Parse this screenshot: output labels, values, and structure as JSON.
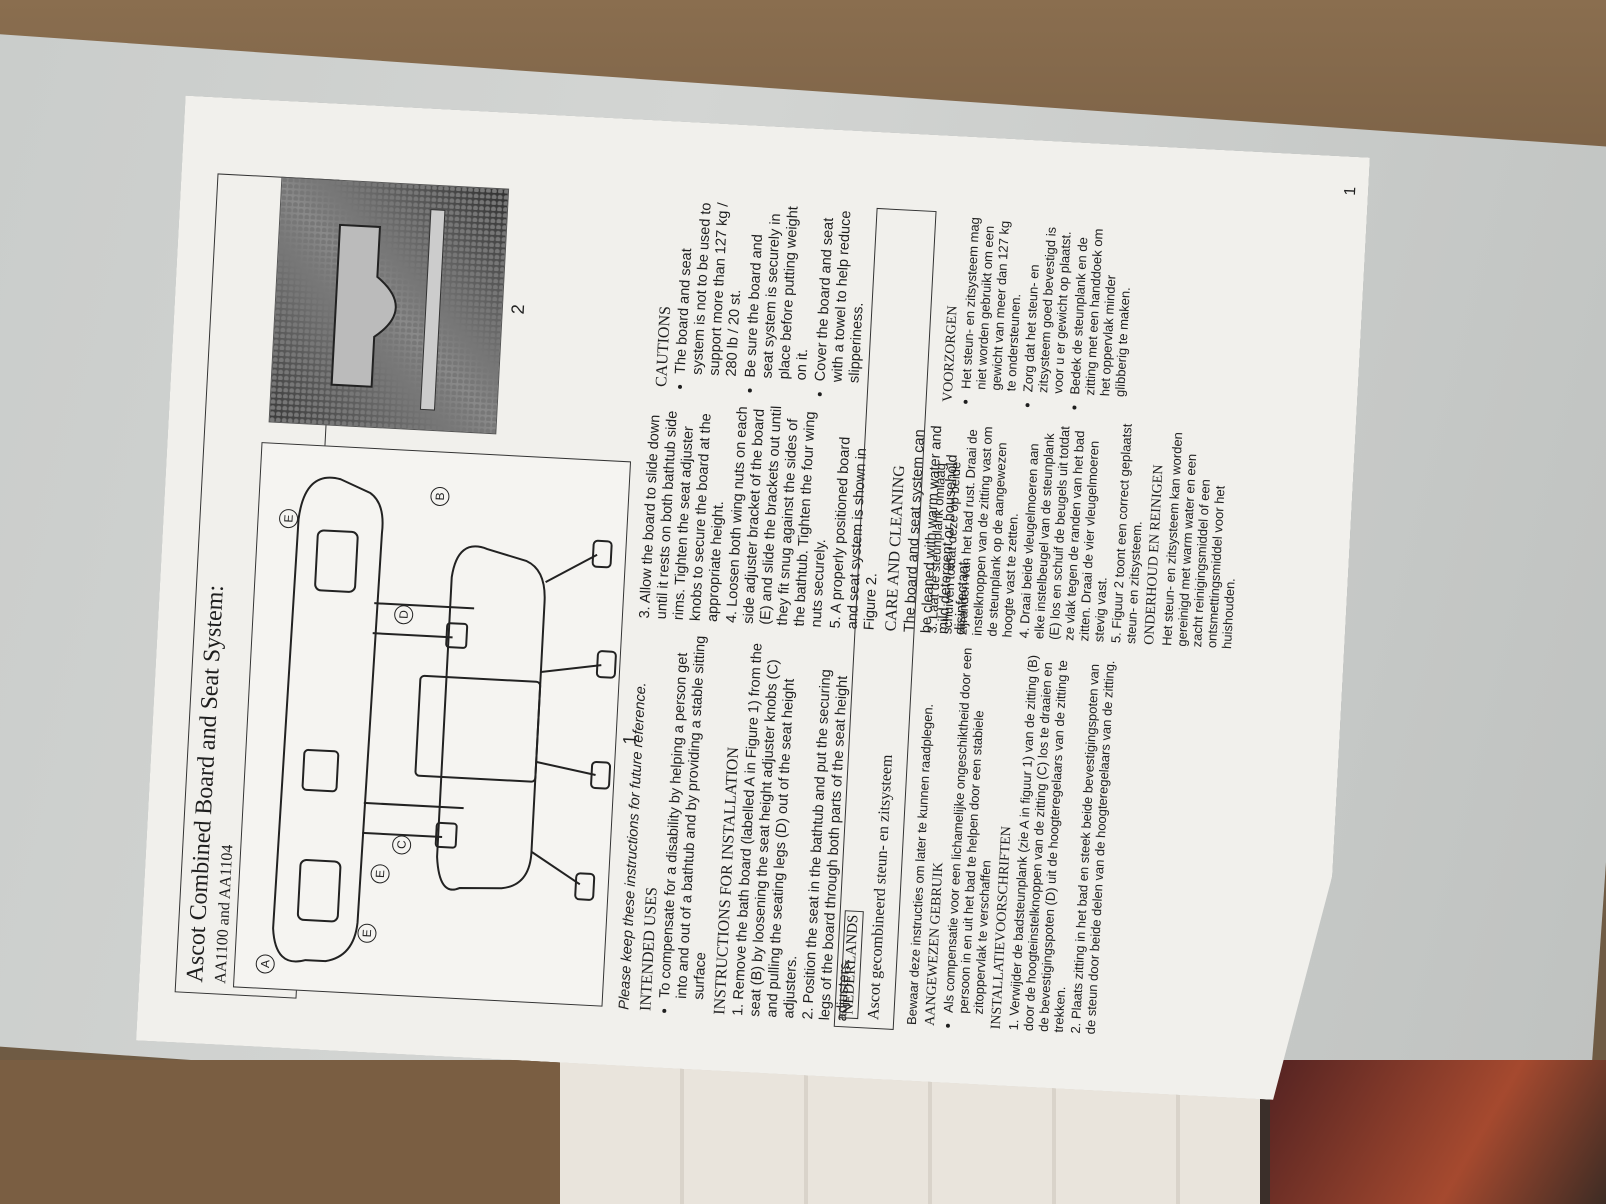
{
  "header": {
    "title": "Ascot Combined Board and Seat System:",
    "models": "AA1100 and AA1104"
  },
  "figure1": {
    "number": "1",
    "labels": [
      "A",
      "B",
      "C",
      "D",
      "E",
      "E",
      "E"
    ]
  },
  "figure2": {
    "number": "2"
  },
  "english": {
    "keep_note": "Please keep these instructions for future reference.",
    "intended_heading": "INTENDED USES",
    "intended_bullet": "To compensate for a disability by helping a person get into and out of a bathtub and by providing a stable sitting surface",
    "install_heading": "INSTRUCTIONS FOR INSTALLATION",
    "steps": [
      "1. Remove the bath board (labelled A in Figure 1) from the seat (B) by loosening the seat height adjuster knobs (C) and pulling the seating legs (D) out of the seat height adjusters.",
      "2. Position the seat in the bathtub and put the securing legs of the board through both parts of the seat height adjusters.",
      "3. Allow the board to slide down until it rests on both bathtub side rims. Tighten the seat adjuster knobs to secure the board at the appropriate height.",
      "4. Loosen both wing nuts on each side adjuster bracket of the board (E) and slide the brackets out until they fit snug against the sides of the bathtub. Tighten the four wing nuts securely.",
      "5. A properly positioned board and seat system is shown in Figure 2."
    ],
    "care_heading": "CARE AND CLEANING",
    "care_text": "The board and seat system can be cleaned with warm water and mild detergent or household disinfectant.",
    "cautions_heading": "CAUTIONS",
    "cautions": [
      "The board and seat system is not to be used to support more than 127 kg / 280 lb / 20 st.",
      "Be sure the board and seat system is securely in place before putting weight on it.",
      "Cover the board and seat with a towel to help reduce slipperiness."
    ]
  },
  "dutch": {
    "language": "NEDERLANDS",
    "subtitle": "Ascot gecombineerd steun- en zitsysteem",
    "keep_note": "Bewaar deze instructies om later te kunnen raadplegen.",
    "intended_heading": "AANGEWEZEN GEBRUIK",
    "intended_bullet": "Als compensatie voor een lichamelijke ongeschiktheid door een persoon in en uit het bad te helpen door een stabiele zitoppervlak te verschaffen",
    "install_heading": "INSTALLATIEVOORSCHRIFTEN",
    "steps": [
      "1. Verwijder de badsteunplank (zie A in figuur 1) van de zitting (B) door de hoogteinstelknoppen van de zitting (C) los te draaien en de bevestigingspoten (D) uit de hoogteregelaars van de zitting te trekken.",
      "2. Plaats zitting in het bad en steek beide bevestigingspoten van de steun door beide delen van de hoogteregelaars van de zitting.",
      "3. Laat de steunplank omlaag schuiven totdat deze op beide zijranden van het bad rust. Draai de instelknoppen van de zitting vast om de steunplank op de aangewezen hoogte vast te zetten.",
      "4. Draai beide vleugelmoeren aan elke instelbeugel van de steunplank (E) los en schuif de beugels uit totdat ze vlak tegen de randen van het bad zitten. Draai de vier vleugelmoeren stevig vast.",
      "5. Figuur 2 toont een correct geplaatst steun- en zitsysteem."
    ],
    "care_heading": "ONDERHOUD EN REINIGEN",
    "care_text": "Het steun- en zitsysteem kan worden gereinigd met warm water en een zacht reinigingsmiddel of een ontsmettingsmiddel voor het huishouden.",
    "cautions_heading": "VOORZORGEN",
    "cautions": [
      "Het steun- en zitsysteem mag niet worden gebruikt om een gewicht van meer dan 127 kg te ondersteunen.",
      "Zorg dat het steun- en zitsysteem goed bevestigd is voor u er gewicht op plaatst.",
      "Bedek de steunplank en de zitting met een handdoek om het oppervlak minder glibberig te maken."
    ]
  },
  "page_number": "1"
}
